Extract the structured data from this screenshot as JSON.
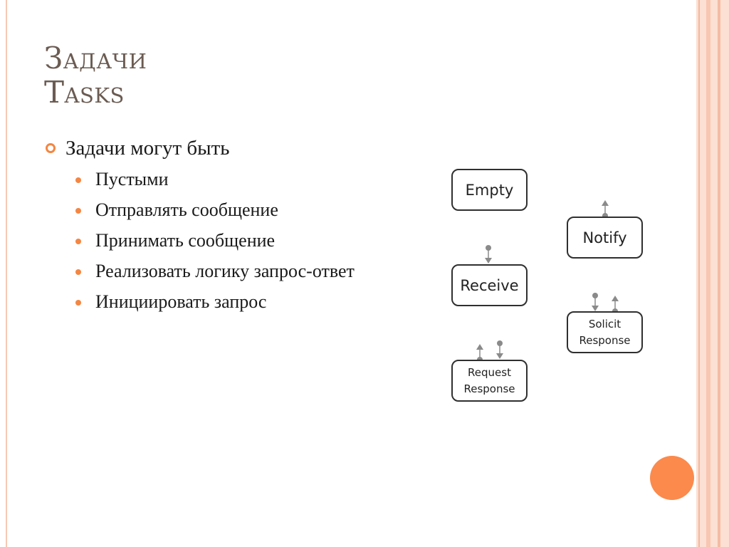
{
  "title": {
    "line1": "Задачи",
    "line2": "Tasks"
  },
  "main_bullet": "Задачи могут быть",
  "sub_bullets": [
    "Пустыми",
    "Отправлять сообщение",
    "Принимать сообщение",
    "Реализовать логику запрос-ответ",
    "Инициировать запрос"
  ],
  "diagram": {
    "empty": "Empty",
    "notify": "Notify",
    "receive": "Receive",
    "solicit_line1": "Solicit",
    "solicit_line2": "Response",
    "request_line1": "Request",
    "request_line2": "Response"
  },
  "colors": {
    "accent": "#f48642",
    "title": "#6b5b52",
    "circle": "#fb8a4c"
  }
}
